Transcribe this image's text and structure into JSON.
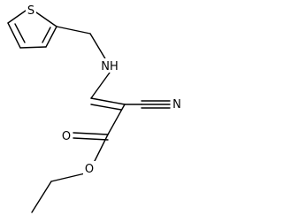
{
  "molecule": {
    "atoms": {
      "sulfur": "S",
      "amine": "NH",
      "nitrile_nitrogen": "N",
      "carbonyl_oxygen": "O",
      "ester_oxygen": "O"
    },
    "colors": {
      "bond": "#000000",
      "label": "#000000",
      "background": "#ffffff"
    }
  }
}
